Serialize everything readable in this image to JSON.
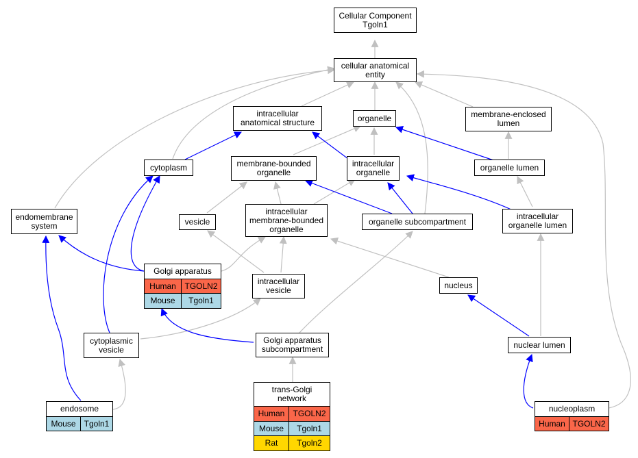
{
  "colors": {
    "edge_blue": "#0000ff",
    "edge_gray": "#c0c0c0",
    "human": "#fa6649",
    "mouse": "#add8e6",
    "rat": "#ffd700"
  },
  "nodes": {
    "cellular_component": "Cellular Component\nTgoln1",
    "cellular_anatomical_entity": "cellular anatomical\nentity",
    "intracellular_anatomical_structure": "intracellular\nanatomical structure",
    "organelle": "organelle",
    "membrane_enclosed_lumen": "membrane-enclosed\nlumen",
    "cytoplasm": "cytoplasm",
    "membrane_bounded_organelle": "membrane-bounded\norganelle",
    "intracellular_organelle": "intracellular\norganelle",
    "organelle_lumen": "organelle lumen",
    "endomembrane_system": "endomembrane\nsystem",
    "vesicle": "vesicle",
    "intracellular_membrane_bounded_organelle": "intracellular\nmembrane-bounded\norganelle",
    "organelle_subcompartment": "organelle subcompartment",
    "intracellular_organelle_lumen": "intracellular\norganelle lumen",
    "intracellular_vesicle": "intracellular\nvesicle",
    "nucleus": "nucleus",
    "cytoplasmic_vesicle": "cytoplasmic\nvesicle",
    "golgi_apparatus_subcompartment": "Golgi apparatus\nsubcompartment",
    "nuclear_lumen": "nuclear lumen"
  },
  "annotated": {
    "golgi_apparatus": {
      "title": "Golgi apparatus",
      "rows": [
        [
          "Human",
          "TGOLN2"
        ],
        [
          "Mouse",
          "Tgoln1"
        ]
      ]
    },
    "trans_golgi_network": {
      "title": "trans-Golgi\nnetwork",
      "rows": [
        [
          "Human",
          "TGOLN2"
        ],
        [
          "Mouse",
          "Tgoln1"
        ],
        [
          "Rat",
          "Tgoln2"
        ]
      ]
    },
    "endosome": {
      "title": "endosome",
      "rows": [
        [
          "Mouse",
          "Tgoln1"
        ]
      ]
    },
    "nucleoplasm": {
      "title": "nucleoplasm",
      "rows": [
        [
          "Human",
          "TGOLN2"
        ]
      ]
    }
  }
}
